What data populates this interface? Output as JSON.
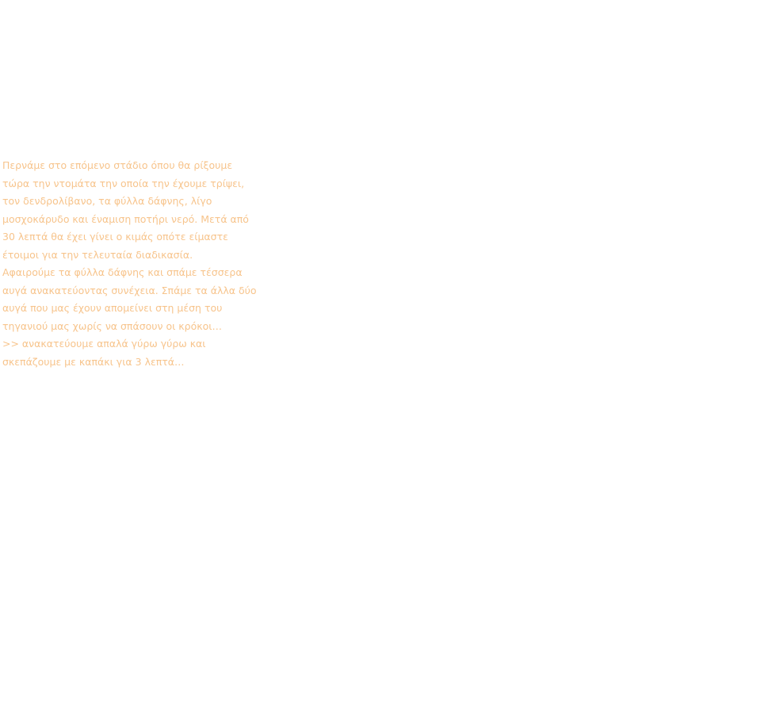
{
  "text_color": "#f7c48c",
  "background_color": "#ffffff",
  "content": {
    "paragraph_1": [
      "Περνάμε στο επόμενο στάδιο όπου θα ρίξουμε",
      "τώρα την ντομάτα την οποία την έχουμε τρίψει,",
      "τον δενδρολίβανο, τα φύλλα δάφνης, λίγο",
      "μοσχοκάρυδο και έναμιση ποτήρι νερό. Μετά από",
      "30 λεπτά θα έχει γίνει ο κιμάς οπότε είμαστε",
      "έτοιμοι για την τελευταία διαδικασία."
    ],
    "paragraph_2": [
      "Αφαιρούμε τα φύλλα δάφνης και σπάμε τέσσερα",
      "αυγά ανακατεύοντας συνέχεια. Σπάμε τα άλλα δύο",
      "αυγά που μας έχουν απομείνει στη μέση του",
      "τηγανιού μας χωρίς να σπάσουν οι κρόκοι…",
      ">> ανακατεύουμε απαλά γύρω γύρω και",
      "σκεπάζουμε με καπάκι για 3 λεπτά…"
    ]
  }
}
